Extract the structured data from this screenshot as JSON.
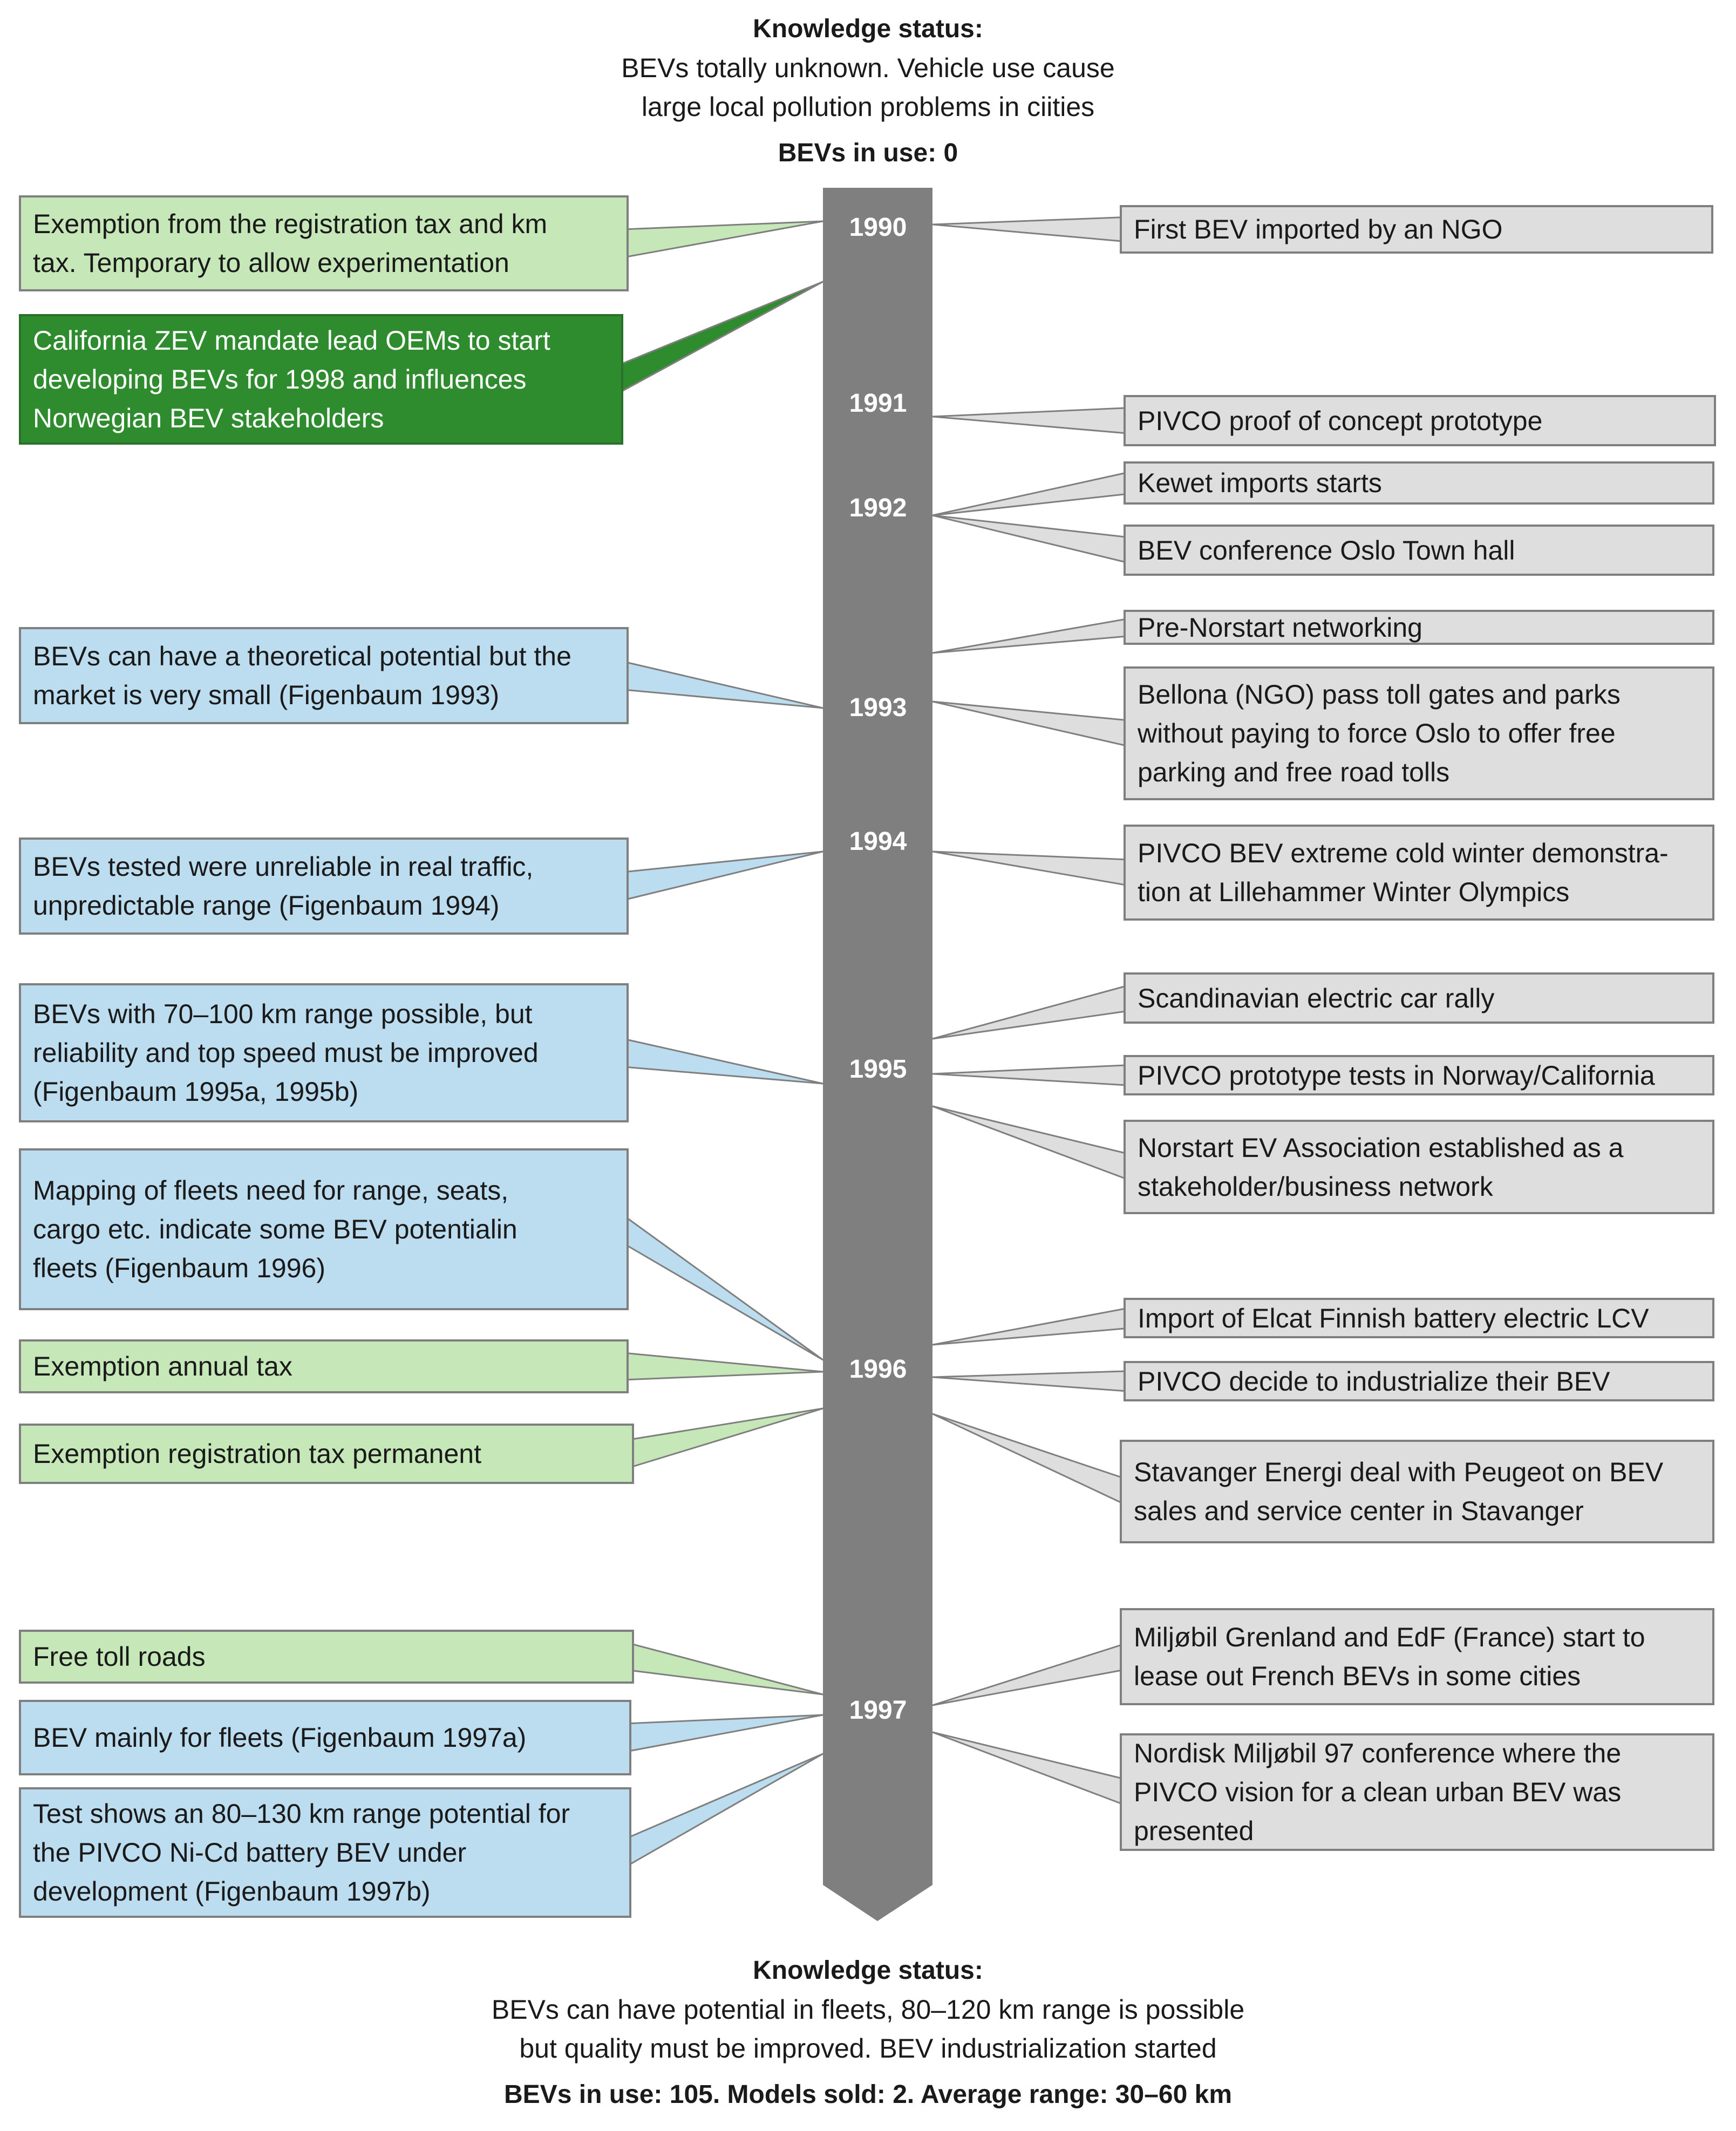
{
  "top_status": {
    "title": "Knowledge status:",
    "line1": "BEVs  totally unknown. Vehicle use cause",
    "line2": "large local pollution problems in ciities",
    "summary": "BEVs in use: 0"
  },
  "bottom_status": {
    "title": "Knowledge status:",
    "line1": "BEVs can have potential in fleets, 80–120 km range is possible",
    "line2": "but quality must be improved. BEV industrialization started",
    "summary": "BEVs in use: 105. Models sold: 2. Average range: 30–60 km"
  },
  "years": [
    "1990",
    "1991",
    "1992",
    "1993",
    "1994",
    "1995",
    "1996",
    "1997"
  ],
  "left_boxes": [
    {
      "kind": "policy",
      "lines": [
        "Exemption from the registration tax and km",
        "tax. Temporary to allow experimentation"
      ]
    },
    {
      "kind": "external",
      "lines": [
        "California ZEV mandate lead OEMs to start",
        "developing BEVs for 1998 and influences",
        "Norwegian BEV stakeholders"
      ]
    },
    {
      "kind": "knowledge",
      "lines": [
        "BEVs can have a theoretical potential but the",
        "market is very small (Figenbaum 1993)"
      ]
    },
    {
      "kind": "knowledge",
      "lines": [
        "BEVs tested were unreliable in real traffic,",
        "unpredictable range (Figenbaum 1994)"
      ]
    },
    {
      "kind": "knowledge",
      "lines": [
        "BEVs with 70–100 km range possible, but",
        "reliability and top speed must be improved",
        "(Figenbaum 1995a, 1995b)"
      ]
    },
    {
      "kind": "knowledge",
      "lines": [
        "Mapping of fleets need for range, seats,",
        "cargo etc. indicate some BEV potentialin",
        "fleets (Figenbaum 1996)"
      ]
    },
    {
      "kind": "policy",
      "lines": [
        "Exemption annual tax"
      ]
    },
    {
      "kind": "policy",
      "lines": [
        "Exemption registration tax permanent"
      ]
    },
    {
      "kind": "policy",
      "lines": [
        "Free toll roads"
      ]
    },
    {
      "kind": "knowledge",
      "lines": [
        "BEV mainly for fleets (Figenbaum 1997a)"
      ]
    },
    {
      "kind": "knowledge",
      "lines": [
        "Test shows an 80–130 km range potential for",
        "the PIVCO Ni-Cd battery BEV under",
        "development (Figenbaum 1997b)"
      ]
    }
  ],
  "right_boxes": [
    {
      "lines": [
        "First BEV imported by an NGO"
      ]
    },
    {
      "lines": [
        "PIVCO proof of concept prototype"
      ]
    },
    {
      "lines": [
        "Kewet imports starts"
      ]
    },
    {
      "lines": [
        "BEV conference Oslo Town hall"
      ]
    },
    {
      "lines": [
        "Pre-Norstart networking"
      ]
    },
    {
      "lines": [
        "Bellona (NGO) pass toll gates and parks",
        "without paying to force Oslo to offer free",
        "parking and free road tolls"
      ]
    },
    {
      "lines": [
        "PIVCO BEV extreme cold winter demonstra-",
        "tion at Lillehammer Winter Olympics"
      ]
    },
    {
      "lines": [
        "Scandinavian electric car rally"
      ]
    },
    {
      "lines": [
        "PIVCO prototype tests in Norway/California"
      ]
    },
    {
      "lines": [
        "Norstart EV Association established as  a",
        "stakeholder/business network"
      ]
    },
    {
      "lines": [
        "Import of Elcat Finnish battery electric LCV"
      ]
    },
    {
      "lines": [
        "PIVCO decide to industrialize their BEV"
      ]
    },
    {
      "lines": [
        "Stavanger Energi deal with Peugeot on BEV",
        "sales and service  center in Stavanger"
      ]
    },
    {
      "lines": [
        "Miljøbil Grenland and EdF (France) start to",
        "lease out French BEVs in some cities"
      ]
    },
    {
      "lines": [
        "Nordisk Miljøbil 97 conference where the",
        "PIVCO vision for a clean urban BEV was",
        "presented"
      ]
    }
  ],
  "colors": {
    "policy": "#c6e7b8",
    "external": "#2e8b2e",
    "knowledge": "#bcdcef",
    "event": "#dedede",
    "timeline": "#7f7f7f"
  }
}
